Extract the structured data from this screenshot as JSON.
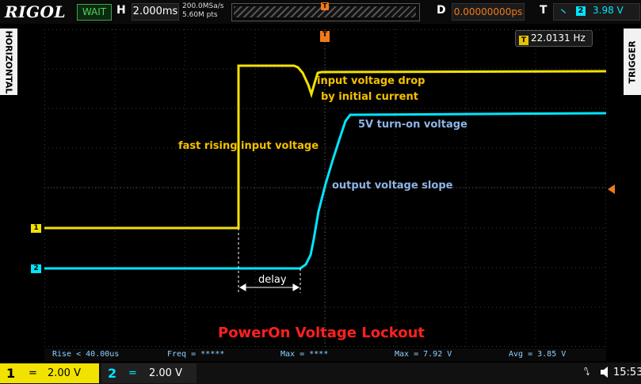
{
  "header": {
    "brand": "RIGOL",
    "run_status": "WAIT",
    "timebase_key": "H",
    "timebase_value": "2.000ms",
    "sample_rate": "200.0MSa/s",
    "memory_depth": "5.60M pts",
    "delay_key": "D",
    "delay_value": "0.00000000ps",
    "trigger_key": "T",
    "trigger_slope": "rising-edge-icon",
    "trigger_source": "2",
    "trigger_level": "3.98 V"
  },
  "side_tabs": {
    "left": "HORIZONTAL",
    "right": "TRIGGER"
  },
  "frequency_counter": {
    "icon": "T",
    "value": "22.0131 Hz"
  },
  "annotations": {
    "drop_line1": "input voltage drop",
    "drop_line2": "by initial current",
    "turn_on": "5V turn-on voltage",
    "rising_input": "fast rising input voltage",
    "slope": "output voltage slope",
    "delay": "delay",
    "caption": "PowerOn Voltage Lockout"
  },
  "markers": {
    "ch1": "1",
    "ch2": "2",
    "trig_position": "T"
  },
  "measurements": [
    {
      "label": "Rise",
      "value": "< 40.00us"
    },
    {
      "label": "Freq",
      "value": "= *****"
    },
    {
      "label": "Max",
      "value": "= ****"
    },
    {
      "label": "Max",
      "value": "= 7.92 V"
    },
    {
      "label": "Avg",
      "value": "= 3.85 V"
    }
  ],
  "channels": [
    {
      "number": "1",
      "coupling": "=",
      "scale": "2.00 V",
      "color": "#f2e200"
    },
    {
      "number": "2",
      "coupling": "=",
      "scale": "2.00 V",
      "color": "#00e6ff"
    }
  ],
  "status": {
    "usb": "usb-icon",
    "speaker": "speaker-icon",
    "time": "15:53"
  },
  "colors": {
    "ch1_trace": "#f2e200",
    "ch2_trace": "#00e6ff",
    "trigger_accent": "#f07a1a",
    "annotation_yellow": "#f5c000",
    "annotation_blue": "#8fb4e6",
    "caption_red": "#ff2020"
  }
}
